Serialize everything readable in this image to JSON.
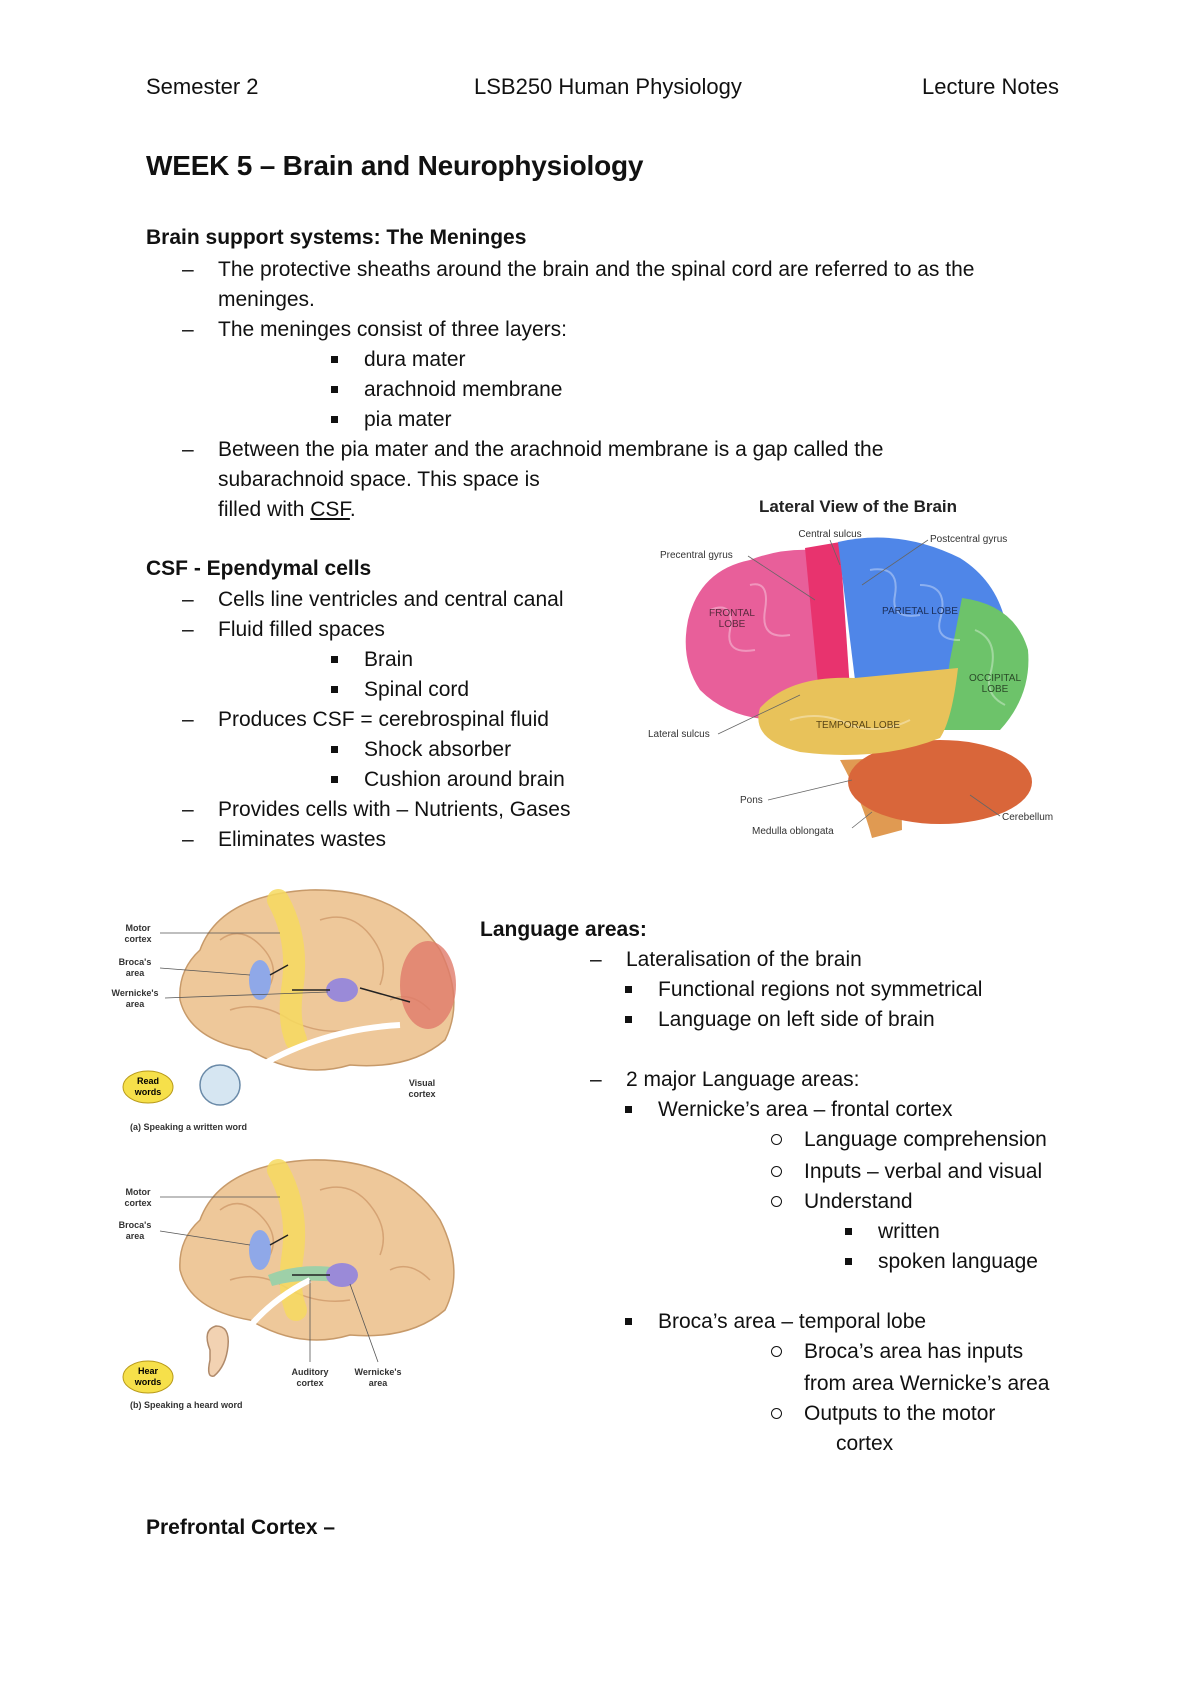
{
  "header": {
    "left": "Semester 2",
    "center": "LSB250 Human Physiology",
    "right": "Lecture Notes"
  },
  "title": "WEEK 5 – Brain and Neurophysiology",
  "meninges": {
    "heading": "Brain support systems: The Meninges",
    "p1a": "The protective sheaths around the brain and the spinal cord are referred to as the",
    "p1b": "meninges.",
    "p2": "The meninges consist of three layers:",
    "layers": [
      "dura mater",
      "arachnoid membrane",
      "pia mater"
    ],
    "p3a": "Between the pia mater and the arachnoid membrane is a gap called the",
    "p3b": "subarachnoid space. This space is",
    "p3c_pre": "filled with ",
    "p3c_link": "CSF",
    "p3c_post": "."
  },
  "csf": {
    "heading": "CSF - Ependymal cells",
    "b1": "Cells line ventricles and central canal",
    "b2": "Fluid filled spaces",
    "b2_sub": [
      "Brain",
      "Spinal cord"
    ],
    "b3": "Produces CSF = cerebrospinal fluid",
    "b3_sub": [
      "Shock absorber",
      "Cushion around brain"
    ],
    "b4": "Provides cells with – Nutrients, Gases",
    "b5": "Eliminates wastes"
  },
  "lateral_figure": {
    "title": "Lateral View of the Brain",
    "labels": {
      "central_sulcus": "Central sulcus",
      "precentral_gyrus": "Precentral gyrus",
      "postcentral_gyrus": "Postcentral gyrus",
      "frontal_lobe_1": "FRONTAL",
      "frontal_lobe_2": "LOBE",
      "parietal_lobe": "PARIETAL LOBE",
      "occipital_lobe_1": "OCCIPITAL",
      "occipital_lobe_2": "LOBE",
      "temporal_lobe": "TEMPORAL LOBE",
      "lateral_sulcus": "Lateral sulcus",
      "pons": "Pons",
      "medulla": "Medulla oblongata",
      "cerebellum": "Cerebellum"
    },
    "colors": {
      "frontal": "#e85f9a",
      "precentral": "#e8336e",
      "parietal": "#4f86e8",
      "occipital": "#6dc36a",
      "temporal": "#e8c25a",
      "cerebellum": "#d9663a",
      "stem": "#e09a52"
    }
  },
  "speech_figures": {
    "a": {
      "labels": {
        "motor_1": "Motor",
        "motor_2": "cortex",
        "broca_1": "Broca's",
        "broca_2": "area",
        "wernicke_1": "Wernicke's",
        "wernicke_2": "area",
        "visual_1": "Visual",
        "visual_2": "cortex",
        "read_1": "Read",
        "read_2": "words"
      },
      "caption": "(a) Speaking a written word"
    },
    "b": {
      "labels": {
        "motor_1": "Motor",
        "motor_2": "cortex",
        "broca_1": "Broca's",
        "broca_2": "area",
        "auditory_1": "Auditory",
        "auditory_2": "cortex",
        "wernicke_1": "Wernicke's",
        "wernicke_2": "area",
        "hear_1": "Hear",
        "hear_2": "words"
      },
      "caption": "(b) Speaking a heard word"
    }
  },
  "language": {
    "heading": "Language areas:",
    "b1": "Lateralisation of the brain",
    "b1_sub": [
      "Functional regions not symmetrical",
      "Language on left side of brain"
    ],
    "b2": "2 major Language areas:",
    "wernicke": "Wernicke’s area – frontal cortex",
    "wernicke_sub": [
      "Language comprehension",
      "Inputs – verbal and visual",
      "Understand"
    ],
    "understand_sub": [
      "written",
      "spoken language"
    ],
    "broca": "Broca’s area – temporal lobe",
    "broca_sub1a": "Broca’s area has inputs",
    "broca_sub1b": "from area Wernicke’s area",
    "broca_sub2a": "Outputs to the motor",
    "broca_sub2b": "cortex"
  },
  "prefrontal": {
    "heading": "Prefrontal Cortex –"
  }
}
